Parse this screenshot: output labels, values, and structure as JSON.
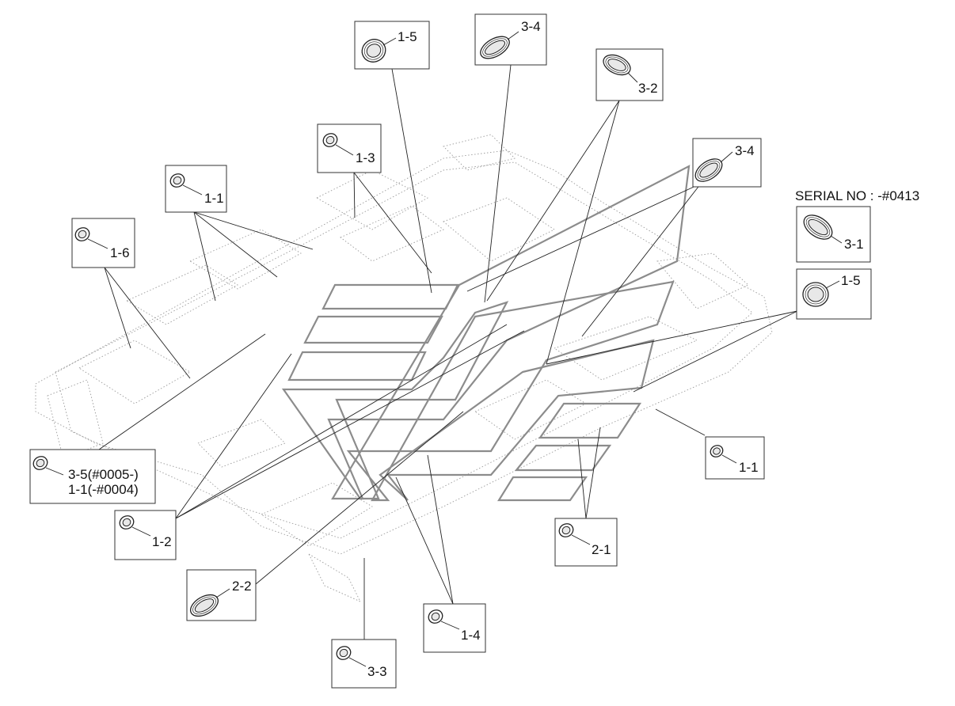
{
  "serial_note": "SERIAL NO : -#0413",
  "callouts": {
    "c15_top": {
      "label": "1-5",
      "icon": "round-grommet-icon"
    },
    "c34_top": {
      "label": "3-4",
      "icon": "oval-grommet-icon"
    },
    "c32": {
      "label": "3-2",
      "icon": "oval-grommet-icon"
    },
    "c13": {
      "label": "1-3",
      "icon": "small-grommet-icon"
    },
    "c34_right": {
      "label": "3-4",
      "icon": "oval-grommet-icon"
    },
    "c11_top": {
      "label": "1-1",
      "icon": "small-grommet-icon"
    },
    "c16": {
      "label": "1-6",
      "icon": "small-grommet-icon"
    },
    "c31": {
      "label": "3-1",
      "icon": "oval-grommet-icon"
    },
    "c15_right": {
      "label": "1-5",
      "icon": "round-grommet-icon"
    },
    "c11_right": {
      "label": "1-1",
      "icon": "small-grommet-icon"
    },
    "c35": {
      "label": "3-5(#0005-)",
      "label2": "1-1(-#0004)",
      "icon": "small-grommet-icon"
    },
    "c12": {
      "label": "1-2",
      "icon": "small-grommet-icon"
    },
    "c21": {
      "label": "2-1",
      "icon": "small-grommet-icon"
    },
    "c22": {
      "label": "2-2",
      "icon": "oval-grommet-icon"
    },
    "c14": {
      "label": "1-4",
      "icon": "small-grommet-icon"
    },
    "c33": {
      "label": "3-3",
      "icon": "small-grommet-icon"
    }
  }
}
